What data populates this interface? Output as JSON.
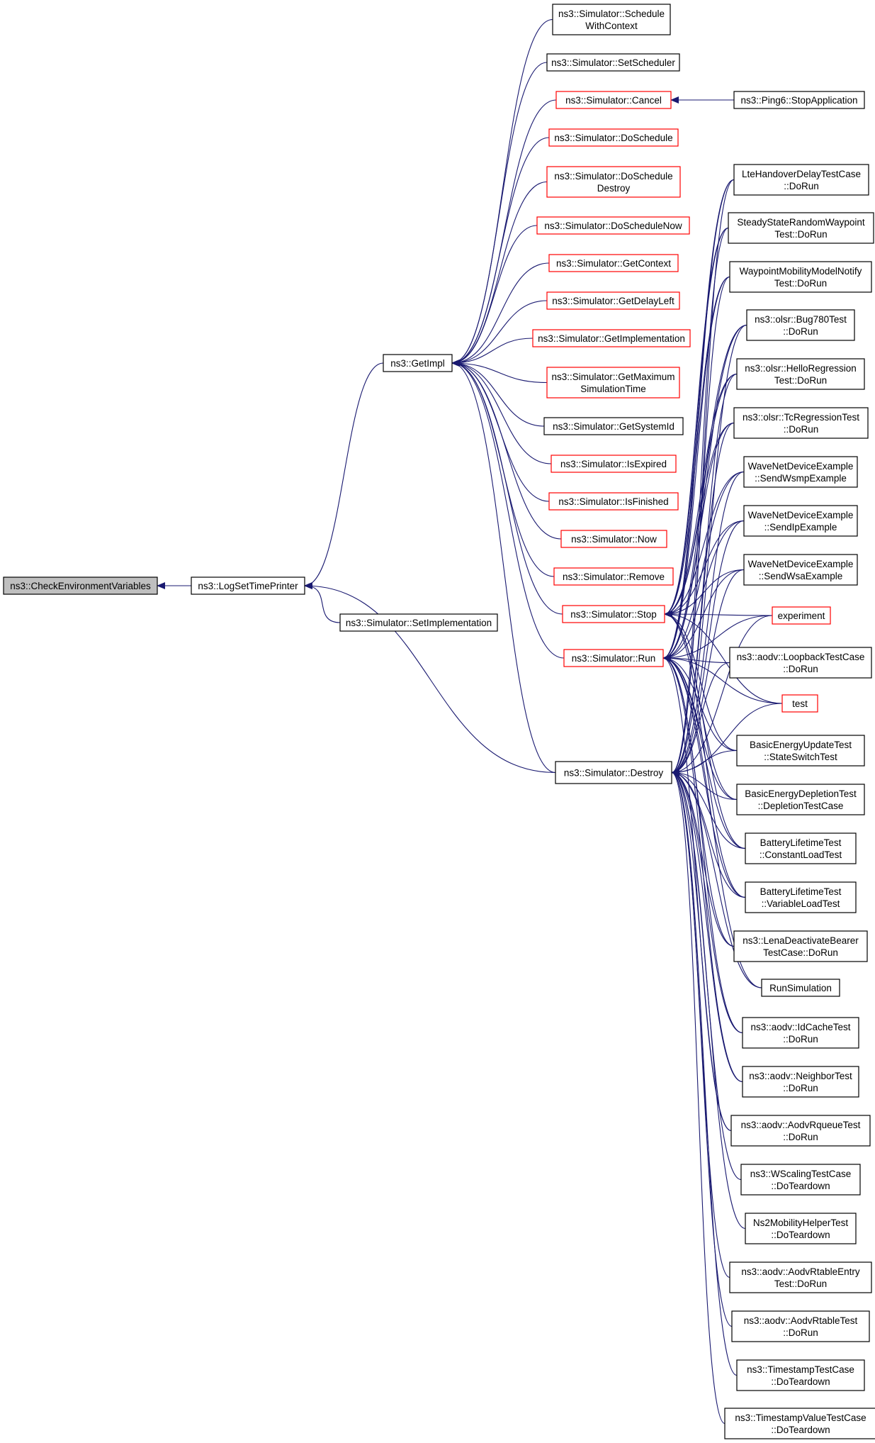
{
  "colors": {
    "edge": "#191970",
    "normal_border": "#000000",
    "truncated_border": "#ff0000",
    "root_fill": "#bfbfbf",
    "node_fill": "#ffffff"
  },
  "nodes": [
    {
      "id": "cev",
      "lines": [
        "ns3::CheckEnvironmentVariables"
      ],
      "style": "root"
    },
    {
      "id": "lstp",
      "lines": [
        "ns3::LogSetTimePrinter"
      ],
      "style": "normal"
    },
    {
      "id": "setimpl",
      "lines": [
        "ns3::Simulator::SetImplementation"
      ],
      "style": "normal"
    },
    {
      "id": "getimpl",
      "lines": [
        "ns3::GetImpl"
      ],
      "style": "normal"
    },
    {
      "id": "destroy",
      "lines": [
        "ns3::Simulator::Destroy"
      ],
      "style": "normal"
    },
    {
      "id": "swc",
      "lines": [
        "ns3::Simulator::Schedule",
        "WithContext"
      ],
      "style": "normal"
    },
    {
      "id": "setsched",
      "lines": [
        "ns3::Simulator::SetScheduler"
      ],
      "style": "normal"
    },
    {
      "id": "cancel",
      "lines": [
        "ns3::Simulator::Cancel"
      ],
      "style": "truncated"
    },
    {
      "id": "ping6",
      "lines": [
        "ns3::Ping6::StopApplication"
      ],
      "style": "normal"
    },
    {
      "id": "dosched",
      "lines": [
        "ns3::Simulator::DoSchedule"
      ],
      "style": "truncated"
    },
    {
      "id": "doschedd",
      "lines": [
        "ns3::Simulator::DoSchedule",
        "Destroy"
      ],
      "style": "truncated"
    },
    {
      "id": "doschedn",
      "lines": [
        "ns3::Simulator::DoScheduleNow"
      ],
      "style": "truncated"
    },
    {
      "id": "getctx",
      "lines": [
        "ns3::Simulator::GetContext"
      ],
      "style": "truncated"
    },
    {
      "id": "getdelay",
      "lines": [
        "ns3::Simulator::GetDelayLeft"
      ],
      "style": "truncated"
    },
    {
      "id": "getimplm",
      "lines": [
        "ns3::Simulator::GetImplementation"
      ],
      "style": "truncated"
    },
    {
      "id": "getmax",
      "lines": [
        "ns3::Simulator::GetMaximum",
        "SimulationTime"
      ],
      "style": "truncated"
    },
    {
      "id": "getsys",
      "lines": [
        "ns3::Simulator::GetSystemId"
      ],
      "style": "normal"
    },
    {
      "id": "isexp",
      "lines": [
        "ns3::Simulator::IsExpired"
      ],
      "style": "truncated"
    },
    {
      "id": "isfin",
      "lines": [
        "ns3::Simulator::IsFinished"
      ],
      "style": "truncated"
    },
    {
      "id": "now",
      "lines": [
        "ns3::Simulator::Now"
      ],
      "style": "truncated"
    },
    {
      "id": "remove",
      "lines": [
        "ns3::Simulator::Remove"
      ],
      "style": "truncated"
    },
    {
      "id": "stop",
      "lines": [
        "ns3::Simulator::Stop"
      ],
      "style": "truncated"
    },
    {
      "id": "run",
      "lines": [
        "ns3::Simulator::Run"
      ],
      "style": "truncated"
    },
    {
      "id": "lte",
      "lines": [
        "LteHandoverDelayTestCase",
        "::DoRun"
      ],
      "style": "normal"
    },
    {
      "id": "ssrw",
      "lines": [
        "SteadyStateRandomWaypoint",
        "Test::DoRun"
      ],
      "style": "normal"
    },
    {
      "id": "wpm",
      "lines": [
        "WaypointMobilityModelNotify",
        "Test::DoRun"
      ],
      "style": "normal"
    },
    {
      "id": "bug780",
      "lines": [
        "ns3::olsr::Bug780Test",
        "::DoRun"
      ],
      "style": "normal"
    },
    {
      "id": "hello",
      "lines": [
        "ns3::olsr::HelloRegression",
        "Test::DoRun"
      ],
      "style": "normal"
    },
    {
      "id": "tcreg",
      "lines": [
        "ns3::olsr::TcRegressionTest",
        "::DoRun"
      ],
      "style": "normal"
    },
    {
      "id": "wsmp",
      "lines": [
        "WaveNetDeviceExample",
        "::SendWsmpExample"
      ],
      "style": "normal"
    },
    {
      "id": "sendip",
      "lines": [
        "WaveNetDeviceExample",
        "::SendIpExample"
      ],
      "style": "normal"
    },
    {
      "id": "wsa",
      "lines": [
        "WaveNetDeviceExample",
        "::SendWsaExample"
      ],
      "style": "normal"
    },
    {
      "id": "experiment",
      "lines": [
        "experiment"
      ],
      "style": "truncated"
    },
    {
      "id": "loopback",
      "lines": [
        "ns3::aodv::LoopbackTestCase",
        "::DoRun"
      ],
      "style": "normal"
    },
    {
      "id": "test",
      "lines": [
        "test"
      ],
      "style": "truncated"
    },
    {
      "id": "beut",
      "lines": [
        "BasicEnergyUpdateTest",
        "::StateSwitchTest"
      ],
      "style": "normal"
    },
    {
      "id": "bedt",
      "lines": [
        "BasicEnergyDepletionTest",
        "::DepletionTestCase"
      ],
      "style": "normal"
    },
    {
      "id": "bltc",
      "lines": [
        "BatteryLifetimeTest",
        "::ConstantLoadTest"
      ],
      "style": "normal"
    },
    {
      "id": "bltv",
      "lines": [
        "BatteryLifetimeTest",
        "::VariableLoadTest"
      ],
      "style": "normal"
    },
    {
      "id": "lena",
      "lines": [
        "ns3::LenaDeactivateBearer",
        "TestCase::DoRun"
      ],
      "style": "normal"
    },
    {
      "id": "runsim",
      "lines": [
        "RunSimulation"
      ],
      "style": "normal"
    },
    {
      "id": "idcache",
      "lines": [
        "ns3::aodv::IdCacheTest",
        "::DoRun"
      ],
      "style": "normal"
    },
    {
      "id": "neighbor",
      "lines": [
        "ns3::aodv::NeighborTest",
        "::DoRun"
      ],
      "style": "normal"
    },
    {
      "id": "rqueue",
      "lines": [
        "ns3::aodv::AodvRqueueTest",
        "::DoRun"
      ],
      "style": "normal"
    },
    {
      "id": "wscaling",
      "lines": [
        "ns3::WScalingTestCase",
        "::DoTeardown"
      ],
      "style": "normal"
    },
    {
      "id": "ns2mob",
      "lines": [
        "Ns2MobilityHelperTest",
        "::DoTeardown"
      ],
      "style": "normal"
    },
    {
      "id": "rtentry",
      "lines": [
        "ns3::aodv::AodvRtableEntry",
        "Test::DoRun"
      ],
      "style": "normal"
    },
    {
      "id": "rtable",
      "lines": [
        "ns3::aodv::AodvRtableTest",
        "::DoRun"
      ],
      "style": "normal"
    },
    {
      "id": "timestamp",
      "lines": [
        "ns3::TimestampTestCase",
        "::DoTeardown"
      ],
      "style": "normal"
    },
    {
      "id": "tsvalue",
      "lines": [
        "ns3::TimestampValueTestCase",
        "::DoTeardown"
      ],
      "style": "normal"
    }
  ],
  "edges": [
    {
      "from": "lstp",
      "to": "cev"
    },
    {
      "from": "getimpl",
      "to": "lstp"
    },
    {
      "from": "destroy",
      "to": "lstp"
    },
    {
      "from": "setimpl",
      "to": "lstp"
    },
    {
      "from": "swc",
      "to": "getimpl"
    },
    {
      "from": "setsched",
      "to": "getimpl"
    },
    {
      "from": "cancel",
      "to": "getimpl"
    },
    {
      "from": "dosched",
      "to": "getimpl"
    },
    {
      "from": "doschedd",
      "to": "getimpl"
    },
    {
      "from": "doschedn",
      "to": "getimpl"
    },
    {
      "from": "getctx",
      "to": "getimpl"
    },
    {
      "from": "getdelay",
      "to": "getimpl"
    },
    {
      "from": "getimplm",
      "to": "getimpl"
    },
    {
      "from": "getmax",
      "to": "getimpl"
    },
    {
      "from": "getsys",
      "to": "getimpl"
    },
    {
      "from": "isexp",
      "to": "getimpl"
    },
    {
      "from": "isfin",
      "to": "getimpl"
    },
    {
      "from": "now",
      "to": "getimpl"
    },
    {
      "from": "remove",
      "to": "getimpl"
    },
    {
      "from": "stop",
      "to": "getimpl"
    },
    {
      "from": "run",
      "to": "getimpl"
    },
    {
      "from": "destroy",
      "to": "getimpl"
    },
    {
      "from": "ping6",
      "to": "cancel"
    },
    {
      "from": "lte",
      "to": "stop"
    },
    {
      "from": "ssrw",
      "to": "stop"
    },
    {
      "from": "wpm",
      "to": "stop"
    },
    {
      "from": "bug780",
      "to": "stop"
    },
    {
      "from": "hello",
      "to": "stop"
    },
    {
      "from": "tcreg",
      "to": "stop"
    },
    {
      "from": "wsmp",
      "to": "stop"
    },
    {
      "from": "sendip",
      "to": "stop"
    },
    {
      "from": "wsa",
      "to": "stop"
    },
    {
      "from": "experiment",
      "to": "stop"
    },
    {
      "from": "test",
      "to": "stop"
    },
    {
      "from": "beut",
      "to": "stop"
    },
    {
      "from": "bedt",
      "to": "stop"
    },
    {
      "from": "bltc",
      "to": "stop"
    },
    {
      "from": "bltv",
      "to": "stop"
    },
    {
      "from": "lte",
      "to": "run"
    },
    {
      "from": "ssrw",
      "to": "run"
    },
    {
      "from": "wpm",
      "to": "run"
    },
    {
      "from": "bug780",
      "to": "run"
    },
    {
      "from": "hello",
      "to": "run"
    },
    {
      "from": "tcreg",
      "to": "run"
    },
    {
      "from": "wsmp",
      "to": "run"
    },
    {
      "from": "sendip",
      "to": "run"
    },
    {
      "from": "wsa",
      "to": "run"
    },
    {
      "from": "experiment",
      "to": "run"
    },
    {
      "from": "loopback",
      "to": "run"
    },
    {
      "from": "test",
      "to": "run"
    },
    {
      "from": "beut",
      "to": "run"
    },
    {
      "from": "bedt",
      "to": "run"
    },
    {
      "from": "bltc",
      "to": "run"
    },
    {
      "from": "bltv",
      "to": "run"
    },
    {
      "from": "lena",
      "to": "run"
    },
    {
      "from": "runsim",
      "to": "run"
    },
    {
      "from": "idcache",
      "to": "run"
    },
    {
      "from": "neighbor",
      "to": "run"
    },
    {
      "from": "rqueue",
      "to": "run"
    },
    {
      "from": "lte",
      "to": "destroy"
    },
    {
      "from": "ssrw",
      "to": "destroy"
    },
    {
      "from": "wpm",
      "to": "destroy"
    },
    {
      "from": "bug780",
      "to": "destroy"
    },
    {
      "from": "hello",
      "to": "destroy"
    },
    {
      "from": "tcreg",
      "to": "destroy"
    },
    {
      "from": "wsmp",
      "to": "destroy"
    },
    {
      "from": "sendip",
      "to": "destroy"
    },
    {
      "from": "wsa",
      "to": "destroy"
    },
    {
      "from": "experiment",
      "to": "destroy"
    },
    {
      "from": "loopback",
      "to": "destroy"
    },
    {
      "from": "test",
      "to": "destroy"
    },
    {
      "from": "beut",
      "to": "destroy"
    },
    {
      "from": "bedt",
      "to": "destroy"
    },
    {
      "from": "bltc",
      "to": "destroy"
    },
    {
      "from": "bltv",
      "to": "destroy"
    },
    {
      "from": "lena",
      "to": "destroy"
    },
    {
      "from": "runsim",
      "to": "destroy"
    },
    {
      "from": "idcache",
      "to": "destroy"
    },
    {
      "from": "neighbor",
      "to": "destroy"
    },
    {
      "from": "rqueue",
      "to": "destroy"
    },
    {
      "from": "wscaling",
      "to": "destroy"
    },
    {
      "from": "ns2mob",
      "to": "destroy"
    },
    {
      "from": "rtentry",
      "to": "destroy"
    },
    {
      "from": "rtable",
      "to": "destroy"
    },
    {
      "from": "timestamp",
      "to": "destroy"
    },
    {
      "from": "tsvalue",
      "to": "destroy"
    }
  ]
}
